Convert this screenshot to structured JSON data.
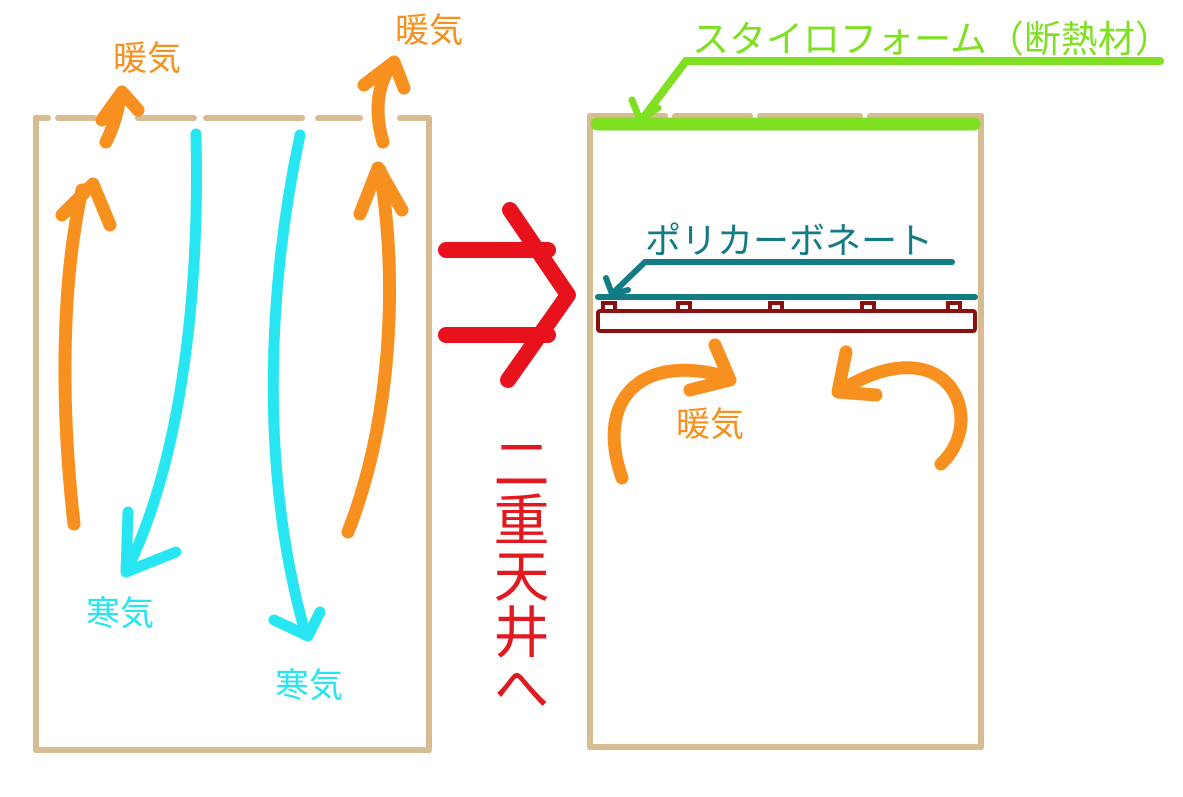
{
  "labels": {
    "warm_left_top": "暖気",
    "warm_right_top": "暖気",
    "cold_left": "寒気",
    "cold_center": "寒気",
    "warm_bottom_right_box": "暖気",
    "insulation": "スタイロフォーム（断熱材）",
    "polycarbonate": "ポリカーボネート",
    "double_ceiling": "二重天井へ"
  },
  "colors": {
    "box_border": "#d8bc91",
    "warm": "#f7901e",
    "cold": "#27e6f2",
    "transition_arrow": "#e8121d",
    "insulation": "#7ee021",
    "polycarbonate": "#127b84",
    "ceiling_panel": "#8b1010"
  }
}
